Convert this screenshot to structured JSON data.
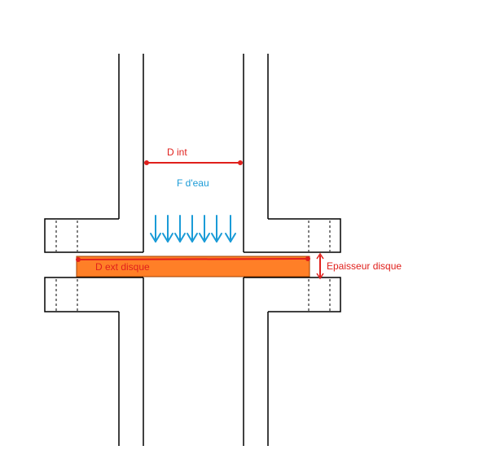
{
  "labels": {
    "d_int": "D int",
    "f_eau": "F d'eau",
    "d_ext_disque": "D ext disque",
    "epaisseur_disque": "Epaisseur disque"
  },
  "colors": {
    "outline": "#000000",
    "dimension_red": "#e0201c",
    "water_blue": "#1a9bd7",
    "disc_fill": "#ff7f27",
    "disc_outline": "#a04000"
  }
}
